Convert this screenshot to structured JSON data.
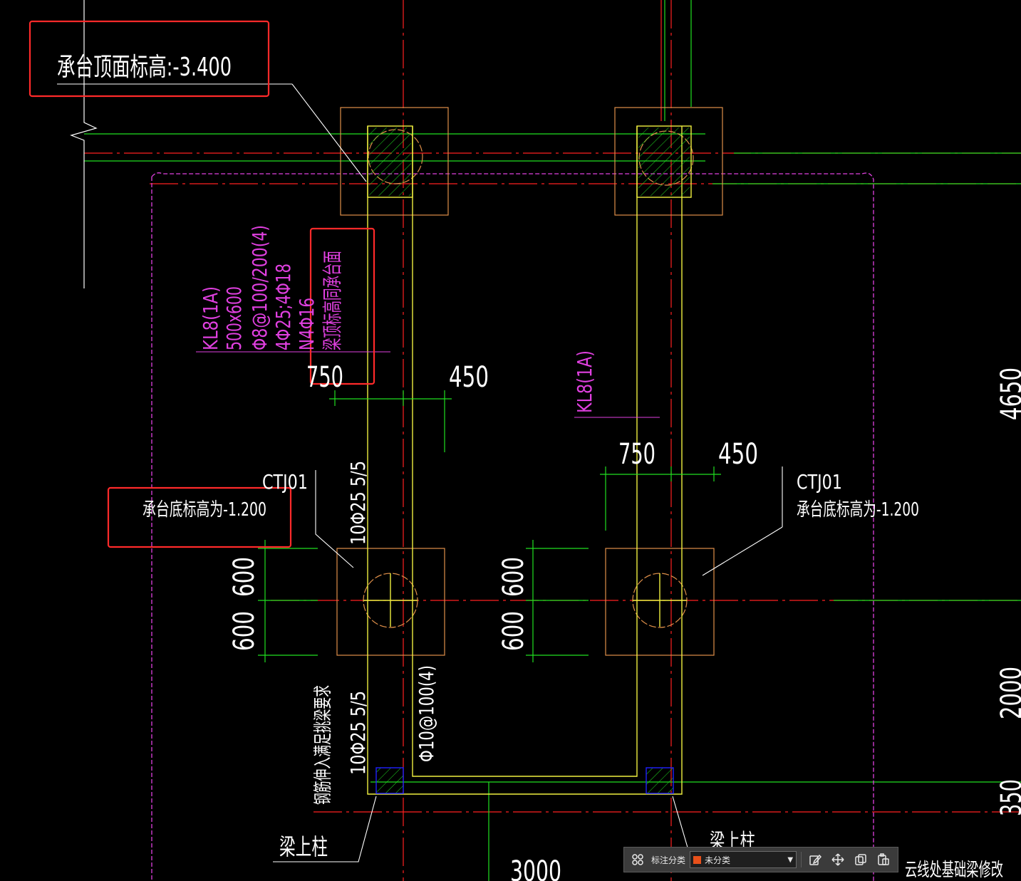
{
  "drawing": {
    "labels": {
      "cap_top_elevation": "承台顶面标高:-3.400",
      "cap_bottom_left": "承台底标高为-1.200",
      "ctj_left": "CTJ01",
      "ctj_right": "CTJ01",
      "cap_bottom_right": "承台底标高为-1.200",
      "beam_col_left": "梁上柱",
      "beam_col_right": "梁上柱",
      "cloud_note": "云线处基础梁修改",
      "rebar_anchor_note": "钢筋伸入满足挑梁要求",
      "stirrup_note": "Φ10@100(4)",
      "bars_upper": "10Φ25 5/5",
      "bars_lower": "10Φ25 5/5",
      "kl8_right": "KL8(1A)"
    },
    "beam_spec": {
      "name": "KL8(1A)",
      "size": "500x600",
      "stirrup": "Φ8@100/200(4)",
      "main_bars": "4Φ25;4Φ18",
      "side_bars": "N4Φ16",
      "top_note": "梁顶标高同承台面"
    },
    "dimensions": {
      "top_left_a": "750",
      "top_left_b": "450",
      "top_right_a": "750",
      "top_right_b": "450",
      "left_600_a": "600",
      "left_600_b": "600",
      "mid_600_a": "600",
      "mid_600_b": "600",
      "bottom_3000": "3000",
      "right_4650": "4650",
      "right_2000": "2000",
      "right_350": "350"
    },
    "colors": {
      "background": "#000000",
      "grid_red": "#ff2020",
      "dim_green": "#20e020",
      "beam_yellow": "#f0f040",
      "cap_orange": "#e0904a",
      "cloud_magenta": "#e040e0",
      "text_white": "#ffffff",
      "highlight_red": "#ff2a2a",
      "column_blue": "#2020ff"
    }
  },
  "toolbar": {
    "category_label": "标注分类",
    "category_value": "未分类",
    "category_color": "#e8501a",
    "icons": [
      "grid-icon",
      "edit-icon",
      "move-icon",
      "copy-icon",
      "paste-icon"
    ]
  }
}
